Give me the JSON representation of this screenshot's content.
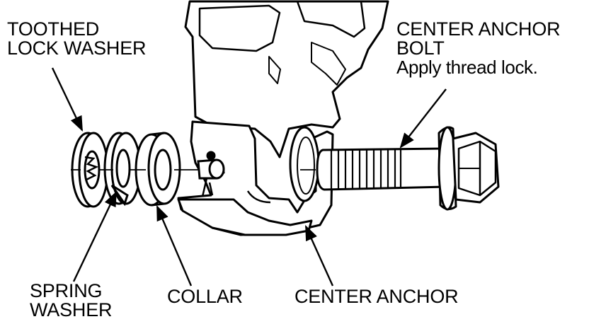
{
  "labels": {
    "toothed_lock_washer": [
      "TOOTHED",
      "LOCK WASHER"
    ],
    "center_anchor_bolt": [
      "CENTER ANCHOR",
      "BOLT"
    ],
    "apply_thread_lock": "Apply thread lock.",
    "spring_washer": [
      "SPRING",
      "WASHER"
    ],
    "collar": "COLLAR",
    "center_anchor": "CENTER ANCHOR"
  },
  "colors": {
    "ink": "#000000",
    "paper": "#ffffff"
  }
}
